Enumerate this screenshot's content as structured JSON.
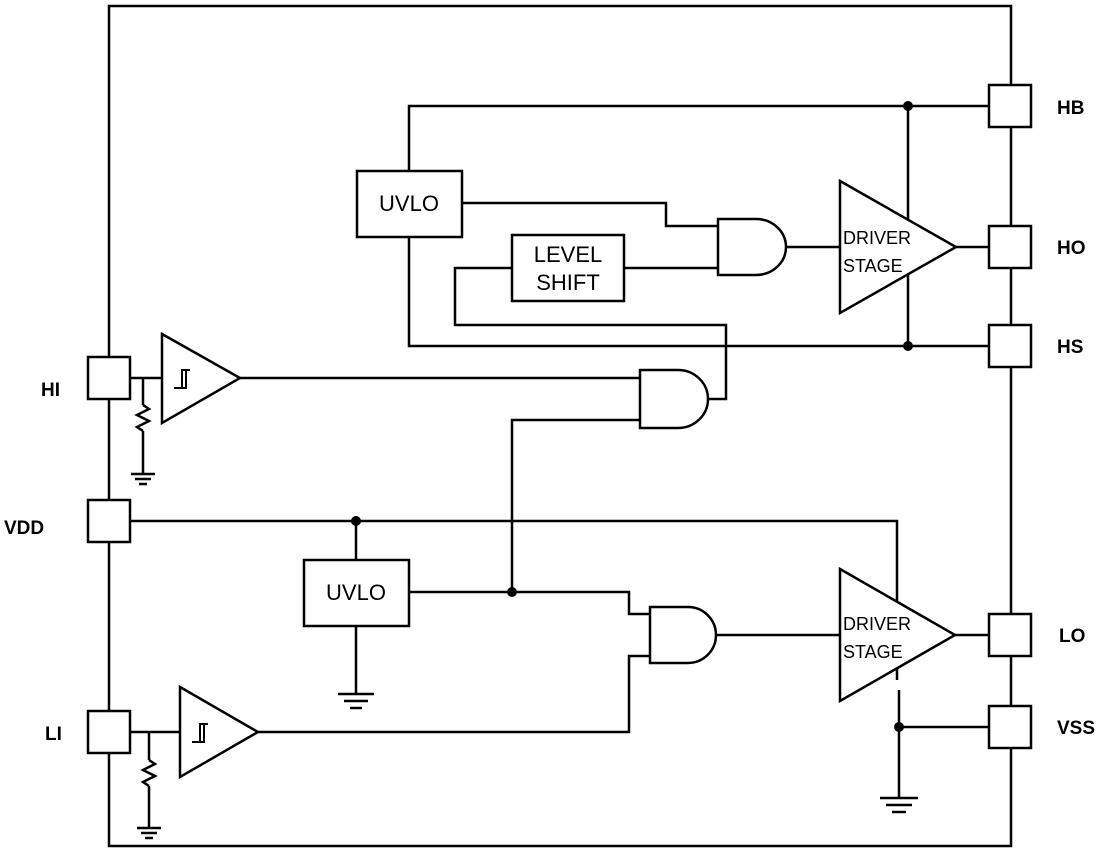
{
  "pins": {
    "hb": "HB",
    "ho": "HO",
    "hs": "HS",
    "hi": "HI",
    "vdd": "VDD",
    "lo": "LO",
    "vss": "VSS",
    "li": "LI"
  },
  "blocks": {
    "uvlo_high": "UVLO",
    "uvlo_low": "UVLO",
    "level_shift_line1": "LEVEL",
    "level_shift_line2": "SHIFT",
    "driver_high_line1": "DRIVER",
    "driver_high_line2": "STAGE",
    "driver_low_line1": "DRIVER",
    "driver_low_line2": "STAGE"
  }
}
